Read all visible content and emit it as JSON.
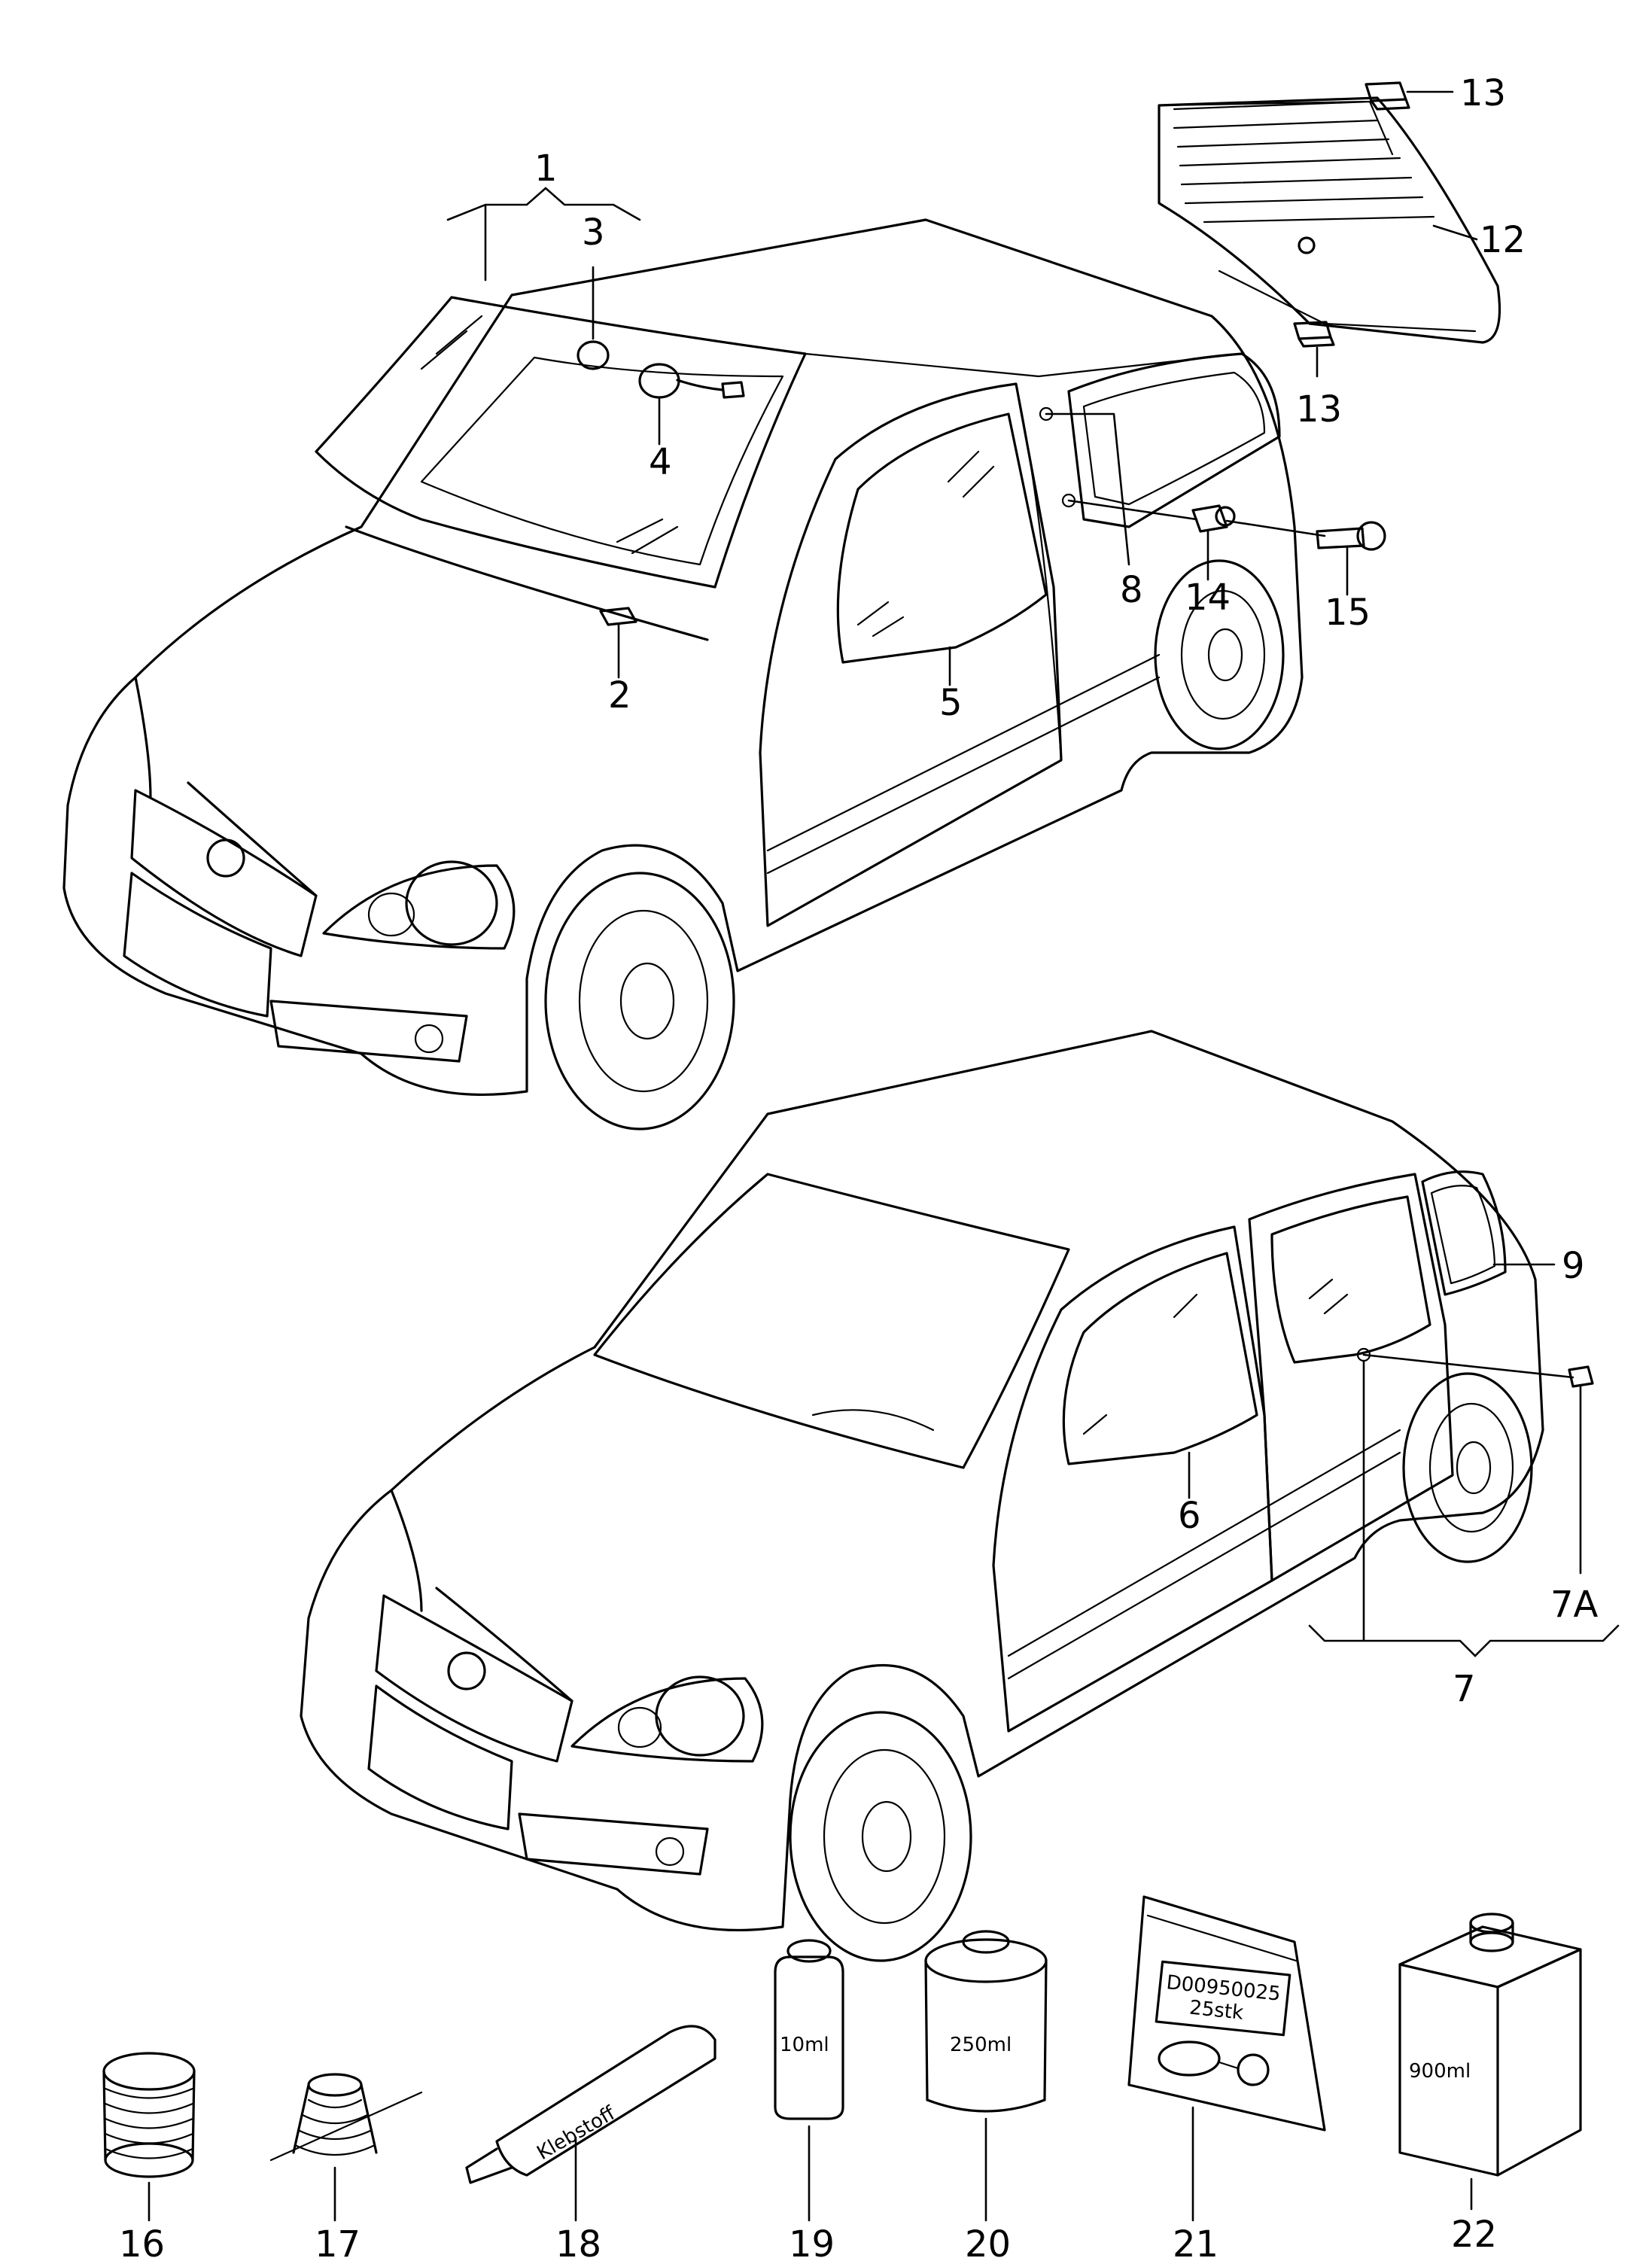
{
  "callouts": {
    "c1": "1",
    "c2": "2",
    "c3": "3",
    "c4": "4",
    "c5": "5",
    "c6": "6",
    "c7": "7",
    "c7a": "7A",
    "c8": "8",
    "c9": "9",
    "c12": "12",
    "c13a": "13",
    "c13b": "13",
    "c14": "14",
    "c15": "15",
    "c16": "16",
    "c17": "17",
    "c18": "18",
    "c19": "19",
    "c20": "20",
    "c21": "21",
    "c22": "22"
  },
  "labels": {
    "tube": "Klebstoff",
    "bottle_small": "10ml",
    "can": "250ml",
    "pouch_line1": "D00950025",
    "pouch_line2": "25stk",
    "box": "900ml"
  },
  "icons": {
    "car_top": "hatchback-3door-icon",
    "car_bottom": "hatchback-5door-icon"
  }
}
